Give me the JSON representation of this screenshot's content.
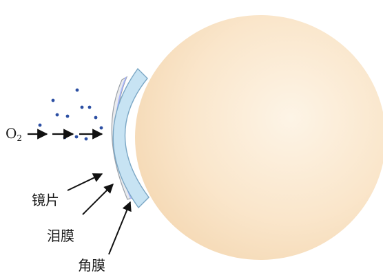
{
  "oxygen": {
    "symbol": "O",
    "subscript": "2"
  },
  "labels": {
    "lens": "镜片",
    "tear_film": "泪膜",
    "cornea": "角膜"
  },
  "colors": {
    "eyeball": "#fae5c8",
    "cornea_fill": "#c7e3f3",
    "cornea_stroke": "#7ba7c5",
    "lens_fill": "#e9ebee",
    "lens_stroke": "#9aa0a8",
    "tear_film": "#a8b6ff",
    "molecule": "#2c4fa3",
    "arrow": "#111111"
  }
}
